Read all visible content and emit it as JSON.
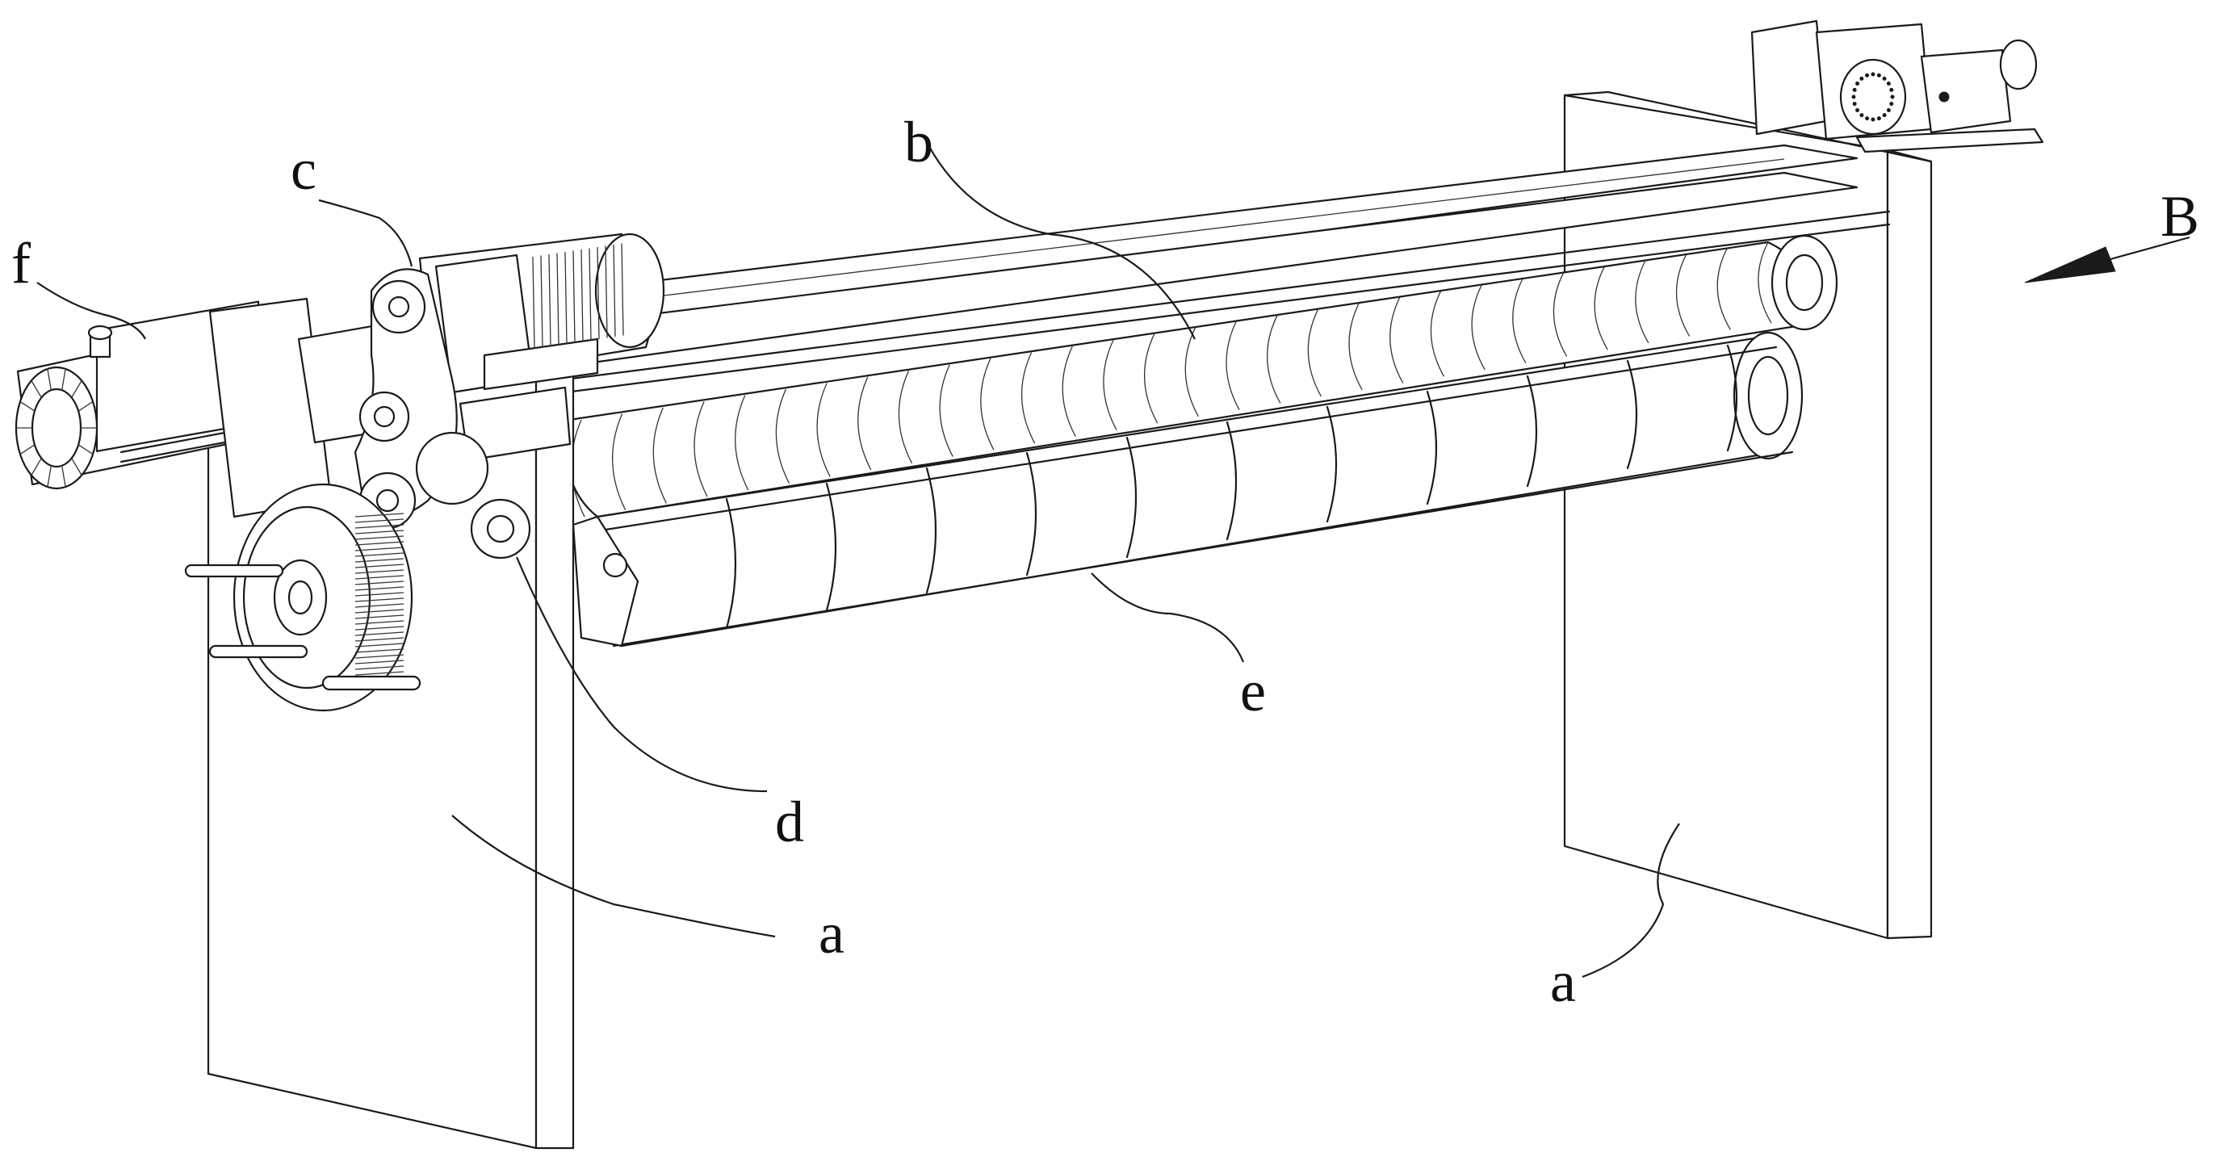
{
  "labels": {
    "a_left": "a",
    "a_right": "a",
    "b": "b",
    "c": "c",
    "d": "d",
    "e": "e",
    "f": "f",
    "B": "B"
  },
  "colors": {
    "line": "#1a1a1a",
    "background": "#ffffff"
  }
}
